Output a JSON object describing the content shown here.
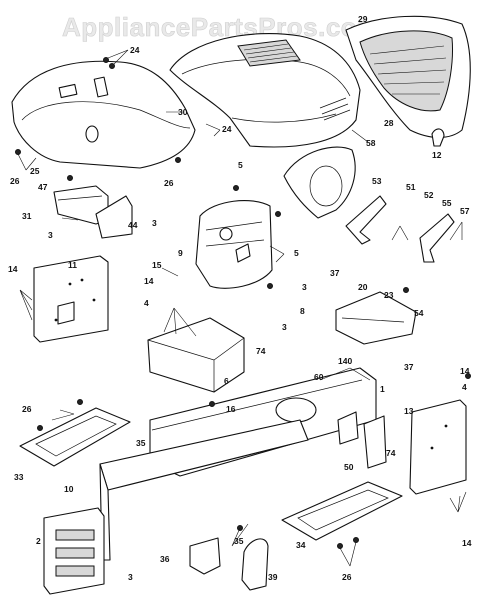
{
  "watermark": "AppliancePartsPros.com",
  "callouts": [
    {
      "id": "c-29a",
      "label": "29"
    },
    {
      "id": "c-24a",
      "label": "24"
    },
    {
      "id": "c-30",
      "label": "30"
    },
    {
      "id": "c-28",
      "label": "28"
    },
    {
      "id": "c-24b",
      "label": "24"
    },
    {
      "id": "c-25",
      "label": "25"
    },
    {
      "id": "c-26a",
      "label": "26"
    },
    {
      "id": "c-47",
      "label": "47"
    },
    {
      "id": "c-26b",
      "label": "26"
    },
    {
      "id": "c-12",
      "label": "12"
    },
    {
      "id": "c-58",
      "label": "58"
    },
    {
      "id": "c-31",
      "label": "31"
    },
    {
      "id": "c-44",
      "label": "44"
    },
    {
      "id": "c-3a",
      "label": "3"
    },
    {
      "id": "c-5a",
      "label": "5"
    },
    {
      "id": "c-3b",
      "label": "3"
    },
    {
      "id": "c-53",
      "label": "53"
    },
    {
      "id": "c-51",
      "label": "51"
    },
    {
      "id": "c-52",
      "label": "52"
    },
    {
      "id": "c-55",
      "label": "55"
    },
    {
      "id": "c-57",
      "label": "57"
    },
    {
      "id": "c-5b",
      "label": "5"
    },
    {
      "id": "c-14a",
      "label": "14"
    },
    {
      "id": "c-11",
      "label": "11"
    },
    {
      "id": "c-9",
      "label": "9"
    },
    {
      "id": "c-15",
      "label": "15"
    },
    {
      "id": "c-37a",
      "label": "37"
    },
    {
      "id": "c-14b",
      "label": "14"
    },
    {
      "id": "c-3c",
      "label": "3"
    },
    {
      "id": "c-20",
      "label": "20"
    },
    {
      "id": "c-23",
      "label": "23"
    },
    {
      "id": "c-54",
      "label": "54"
    },
    {
      "id": "c-4a",
      "label": "4"
    },
    {
      "id": "c-8",
      "label": "8"
    },
    {
      "id": "c-3d",
      "label": "3"
    },
    {
      "id": "c-37b",
      "label": "37"
    },
    {
      "id": "c-6",
      "label": "6"
    },
    {
      "id": "c-74a",
      "label": "74"
    },
    {
      "id": "c-140",
      "label": "140"
    },
    {
      "id": "c-60",
      "label": "60"
    },
    {
      "id": "c-14c",
      "label": "14"
    },
    {
      "id": "c-4b",
      "label": "4"
    },
    {
      "id": "c-1",
      "label": "1"
    },
    {
      "id": "c-16",
      "label": "16"
    },
    {
      "id": "c-26c",
      "label": "26"
    },
    {
      "id": "c-13",
      "label": "13"
    },
    {
      "id": "c-35a",
      "label": "35"
    },
    {
      "id": "c-50",
      "label": "50"
    },
    {
      "id": "c-74b",
      "label": "74"
    },
    {
      "id": "c-33",
      "label": "33"
    },
    {
      "id": "c-10",
      "label": "10"
    },
    {
      "id": "c-2",
      "label": "2"
    },
    {
      "id": "c-35b",
      "label": "35"
    },
    {
      "id": "c-34",
      "label": "34"
    },
    {
      "id": "c-14d",
      "label": "14"
    },
    {
      "id": "c-3e",
      "label": "3"
    },
    {
      "id": "c-36",
      "label": "36"
    },
    {
      "id": "c-39",
      "label": "39"
    },
    {
      "id": "c-26d",
      "label": "26"
    }
  ]
}
